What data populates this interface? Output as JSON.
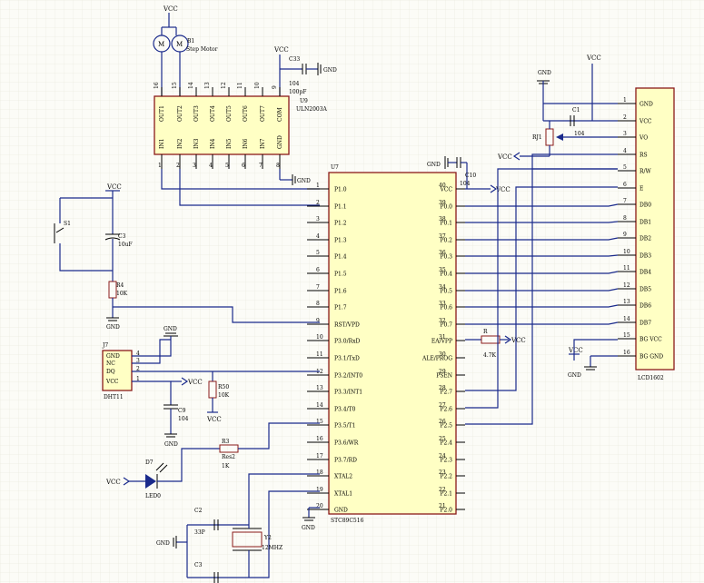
{
  "vcc": "VCC",
  "gnd": "GND",
  "motor": {
    "label": "B1",
    "name": "Step Motor",
    "coil": "M"
  },
  "c33": {
    "ref": "C33",
    "val": "104",
    "val2": "100pF"
  },
  "u9": {
    "ref": "U9",
    "part": "ULN2003A",
    "top_pins": [
      {
        "num": "16",
        "name": "OUT1"
      },
      {
        "num": "15",
        "name": "OUT2"
      },
      {
        "num": "14",
        "name": "OUT3"
      },
      {
        "num": "13",
        "name": "OUT4"
      },
      {
        "num": "12",
        "name": "OUT5"
      },
      {
        "num": "11",
        "name": "OUT6"
      },
      {
        "num": "10",
        "name": "OUT7"
      },
      {
        "num": "9",
        "name": "COM"
      }
    ],
    "bottom_pins": [
      {
        "num": "1",
        "name": "IN1"
      },
      {
        "num": "2",
        "name": "IN2"
      },
      {
        "num": "3",
        "name": "IN3"
      },
      {
        "num": "4",
        "name": "IN4"
      },
      {
        "num": "5",
        "name": "IN5"
      },
      {
        "num": "6",
        "name": "IN6"
      },
      {
        "num": "7",
        "name": "IN7"
      },
      {
        "num": "8",
        "name": "GND"
      }
    ]
  },
  "u7": {
    "ref": "U7",
    "part": "STC89C516",
    "left_pins": [
      {
        "num": "1",
        "name": "P1.0"
      },
      {
        "num": "2",
        "name": "P1.1"
      },
      {
        "num": "3",
        "name": "P1.2"
      },
      {
        "num": "4",
        "name": "P1.3"
      },
      {
        "num": "5",
        "name": "P1.4"
      },
      {
        "num": "6",
        "name": "P1.5"
      },
      {
        "num": "7",
        "name": "P1.6"
      },
      {
        "num": "8",
        "name": "P1.7"
      },
      {
        "num": "9",
        "name": "RST/VPD"
      },
      {
        "num": "10",
        "name": "P3.0/RxD"
      },
      {
        "num": "11",
        "name": "P3.1/TxD"
      },
      {
        "num": "12",
        "name": "P3.2/INT0"
      },
      {
        "num": "13",
        "name": "P3.3/INT1"
      },
      {
        "num": "14",
        "name": "P3.4/T0"
      },
      {
        "num": "15",
        "name": "P3.5/T1"
      },
      {
        "num": "16",
        "name": "P3.6/WR"
      },
      {
        "num": "17",
        "name": "P3.7/RD"
      },
      {
        "num": "18",
        "name": "XTAL2"
      },
      {
        "num": "19",
        "name": "XTAL1"
      },
      {
        "num": "20",
        "name": "GND"
      }
    ],
    "right_pins": [
      {
        "num": "40",
        "name": "VCC"
      },
      {
        "num": "39",
        "name": "P0.0"
      },
      {
        "num": "38",
        "name": "P0.1"
      },
      {
        "num": "37",
        "name": "P0.2"
      },
      {
        "num": "36",
        "name": "P0.3"
      },
      {
        "num": "35",
        "name": "P0.4"
      },
      {
        "num": "34",
        "name": "P0.5"
      },
      {
        "num": "33",
        "name": "P0.6"
      },
      {
        "num": "32",
        "name": "P0.7"
      },
      {
        "num": "31",
        "name": "EA/VPP"
      },
      {
        "num": "30",
        "name": "ALE/PROG"
      },
      {
        "num": "29",
        "name": "PSEN"
      },
      {
        "num": "28",
        "name": "P2.7"
      },
      {
        "num": "27",
        "name": "P2.6"
      },
      {
        "num": "26",
        "name": "P2.5"
      },
      {
        "num": "25",
        "name": "P2.4"
      },
      {
        "num": "24",
        "name": "P2.3"
      },
      {
        "num": "23",
        "name": "P2.2"
      },
      {
        "num": "22",
        "name": "P2.1"
      },
      {
        "num": "21",
        "name": "P2.0"
      }
    ]
  },
  "lcd": {
    "ref": "LCD1602",
    "pins": [
      {
        "num": "1",
        "name": "GND"
      },
      {
        "num": "2",
        "name": "VCC"
      },
      {
        "num": "3",
        "name": "VO"
      },
      {
        "num": "4",
        "name": "RS"
      },
      {
        "num": "5",
        "name": "R/W"
      },
      {
        "num": "6",
        "name": "E"
      },
      {
        "num": "7",
        "name": "DB0"
      },
      {
        "num": "8",
        "name": "DB1"
      },
      {
        "num": "9",
        "name": "DB2"
      },
      {
        "num": "10",
        "name": "DB3"
      },
      {
        "num": "11",
        "name": "DB4"
      },
      {
        "num": "12",
        "name": "DB5"
      },
      {
        "num": "13",
        "name": "DB6"
      },
      {
        "num": "14",
        "name": "DB7"
      },
      {
        "num": "15",
        "name": "BG VCC"
      },
      {
        "num": "16",
        "name": "BG GND"
      }
    ]
  },
  "c10": {
    "ref": "C10",
    "val": "104"
  },
  "c1": {
    "ref": "C1",
    "val": "104"
  },
  "rj1": {
    "ref": "RJ1"
  },
  "r_ea": {
    "ref": "R",
    "val": "4.7K"
  },
  "s1": {
    "ref": "S1"
  },
  "c3": {
    "ref": "C3",
    "val": "10uF"
  },
  "r4": {
    "ref": "R4",
    "val": "10K"
  },
  "j7": {
    "ref": "J7",
    "part": "DHT11",
    "pins": [
      {
        "num": "4",
        "name": "GND"
      },
      {
        "num": "3",
        "name": "NC"
      },
      {
        "num": "2",
        "name": "DQ"
      },
      {
        "num": "1",
        "name": "VCC"
      }
    ]
  },
  "c9": {
    "ref": "C9",
    "val": "104"
  },
  "r50": {
    "ref": "R50",
    "val": "10K"
  },
  "r3": {
    "ref": "R3",
    "val": "Res2",
    "val2": "1K"
  },
  "d7": {
    "ref": "D7",
    "val": "LED0"
  },
  "c2": {
    "ref": "C2",
    "val": "33P"
  },
  "c3b": {
    "ref": "C3"
  },
  "y2": {
    "ref": "Y2",
    "val": "12MHZ"
  }
}
